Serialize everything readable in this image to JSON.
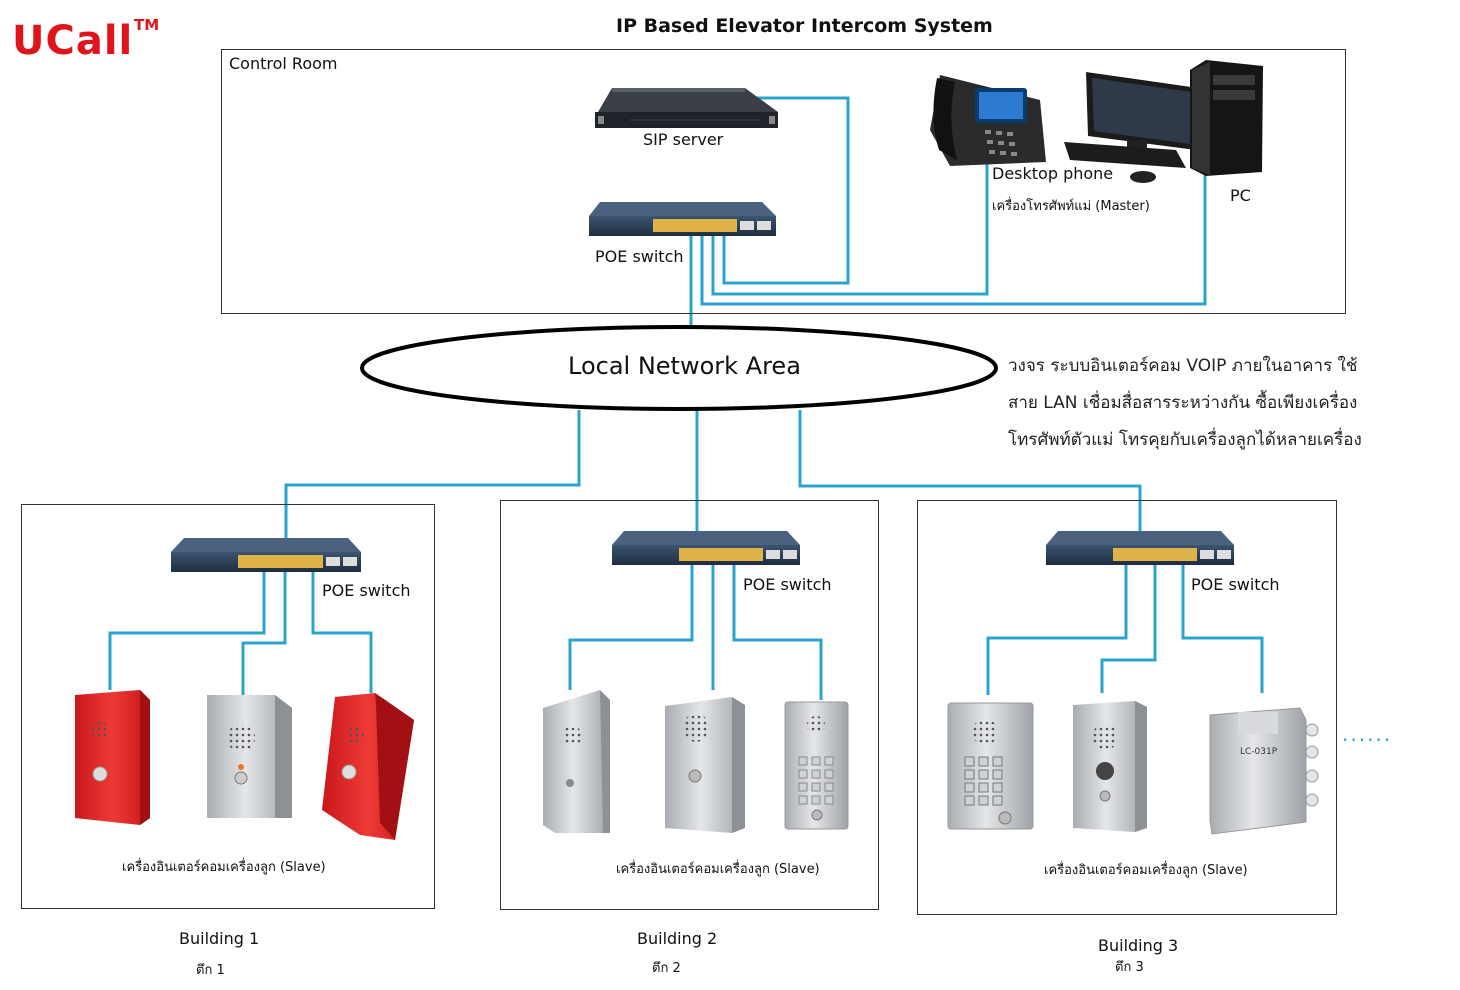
{
  "logo": {
    "text": "UCall",
    "tm": "TM"
  },
  "title": "IP Based Elevator Intercom System",
  "control_room": {
    "label": "Control Room",
    "sip_server": "SIP server",
    "poe_switch": "POE switch",
    "desktop_phone": "Desktop phone",
    "desktop_phone_thai": "เครื่องโทรศัพท์แม่ (Master)",
    "pc": "PC"
  },
  "network": {
    "label": "Local Network Area"
  },
  "description": [
    "วงจร ระบบอินเตอร์คอม VOIP ภายในอาคาร ใช้",
    "สาย LAN เชื่อมสื่อสารระหว่างกัน ซื้อเพียงเครื่อง",
    "โทรศัพท์ตัวแม่ โทรคุยกับเครื่องลูกได้หลายเครื่อง"
  ],
  "buildings": [
    {
      "poe_switch": "POE switch",
      "slave_label": "เครื่องอินเตอร์คอมเครื่องลูก (Slave)",
      "name": "Building 1",
      "name_thai": "ตึก 1"
    },
    {
      "poe_switch": "POE switch",
      "slave_label": "เครื่องอินเตอร์คอมเครื่องลูก (Slave)",
      "name": "Building 2",
      "name_thai": "ตึก 2"
    },
    {
      "poe_switch": "POE switch",
      "slave_label": "เครื่องอินเตอร์คอมเครื่องลูก (Slave)",
      "name": "Building 3",
      "name_thai": "ตึก 3",
      "device_label": "LC-031P"
    }
  ],
  "more": "......",
  "colors": {
    "wire": "#2aa4cf",
    "brand_red": "#e0141b",
    "device_red": "#e2262a",
    "steel": "#c8cbcf"
  }
}
